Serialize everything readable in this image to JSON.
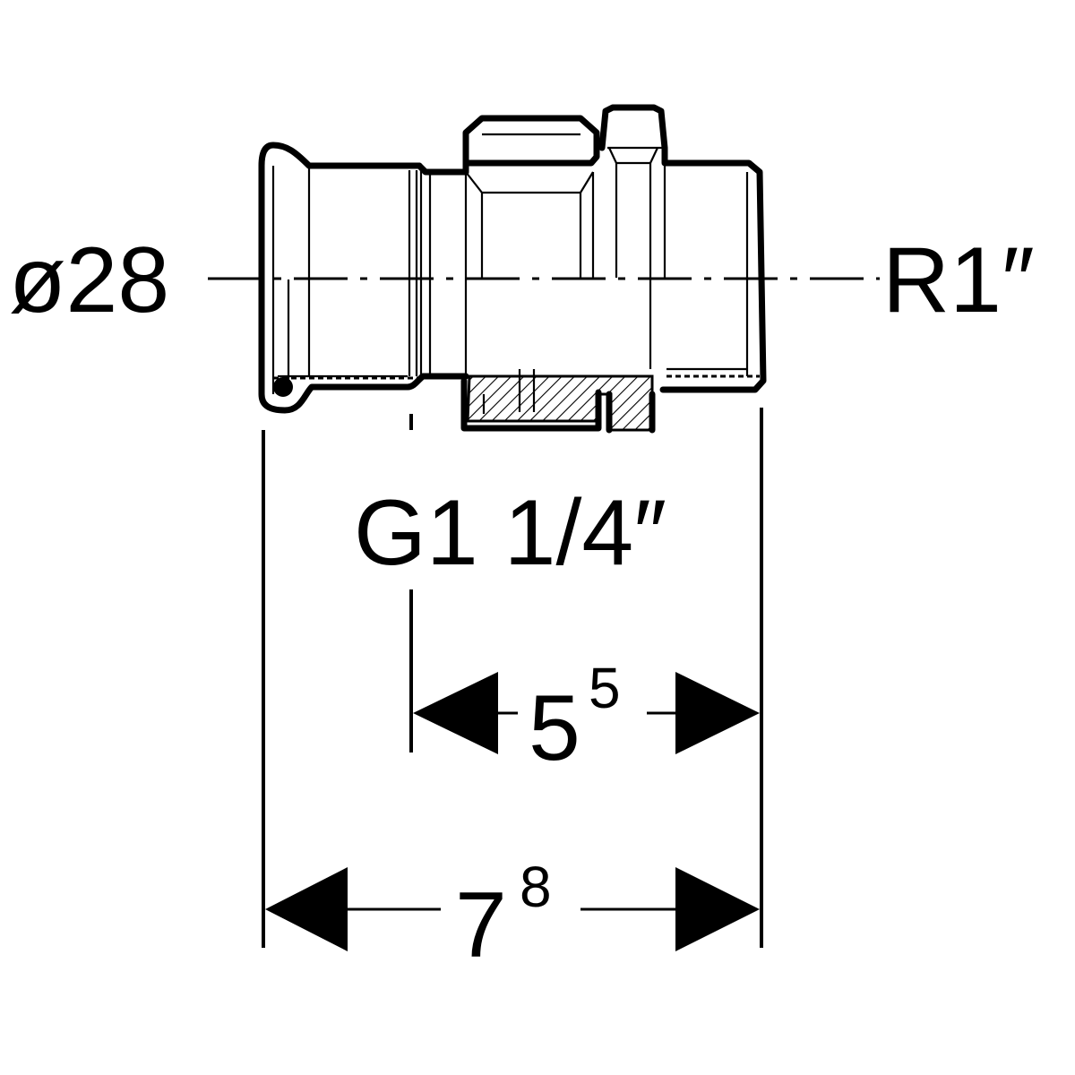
{
  "labels": {
    "pipe_diameter": "ø28",
    "male_thread": "R1″",
    "union_thread": "G1 1/4″",
    "dim_inner_base": "5",
    "dim_inner_sup": "5",
    "dim_total_base": "7",
    "dim_total_sup": "8"
  },
  "colors": {
    "line": "#000000",
    "background": "#ffffff"
  }
}
